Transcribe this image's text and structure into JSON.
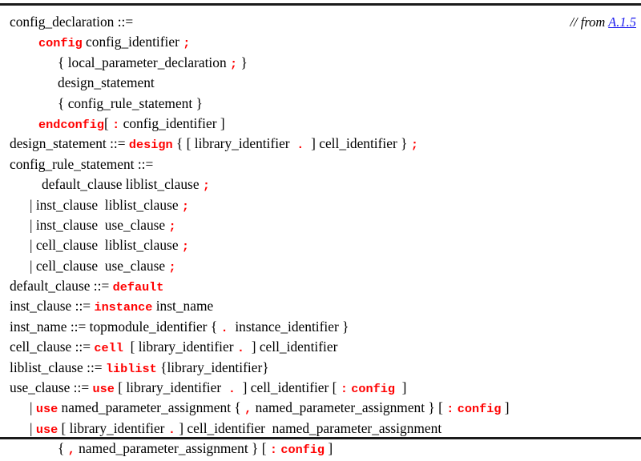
{
  "document": {
    "kind": "bnf-grammar-excerpt",
    "top_rule_color": "#1a1a1a",
    "keyword_color": "#ff0000",
    "text_color": "#000000",
    "link_color": "#1a1aee"
  },
  "annotation": {
    "prefix": "// from ",
    "xref_label": "A.1.5"
  },
  "lines": [
    {
      "id": "config_declaration_head",
      "indent": "ind0",
      "text": "config_declaration ::="
    },
    {
      "id": "config_declaration_1",
      "indent": "ind1",
      "parts": [
        {
          "t": "kw",
          "v": "config"
        },
        {
          "t": "plain",
          "v": " config_identifier "
        },
        {
          "t": "punct",
          "v": ";"
        }
      ]
    },
    {
      "id": "config_declaration_2",
      "indent": "ind2",
      "parts": [
        {
          "t": "plain",
          "v": "{ local_parameter_declaration "
        },
        {
          "t": "punct",
          "v": ";"
        },
        {
          "t": "plain",
          "v": " }"
        }
      ]
    },
    {
      "id": "config_declaration_3",
      "indent": "ind2",
      "parts": [
        {
          "t": "plain",
          "v": "design_statement"
        }
      ]
    },
    {
      "id": "config_declaration_4",
      "indent": "ind2",
      "parts": [
        {
          "t": "plain",
          "v": "{ config_rule_statement }"
        }
      ]
    },
    {
      "id": "config_declaration_5",
      "indent": "ind1",
      "parts": [
        {
          "t": "kw",
          "v": "endconfig"
        },
        {
          "t": "plain",
          "v": "[ "
        },
        {
          "t": "punct",
          "v": ":"
        },
        {
          "t": "plain",
          "v": " config_identifier ]"
        }
      ]
    },
    {
      "id": "design_statement",
      "indent": "ind0",
      "parts": [
        {
          "t": "plain",
          "v": "design_statement ::= "
        },
        {
          "t": "kw",
          "v": "design"
        },
        {
          "t": "plain",
          "v": " { [ library_identifier  "
        },
        {
          "t": "punct",
          "v": "."
        },
        {
          "t": "plain",
          "v": "  ] cell_identifier } "
        },
        {
          "t": "punct",
          "v": ";"
        }
      ]
    },
    {
      "id": "config_rule_statement_head",
      "indent": "ind0",
      "parts": [
        {
          "t": "plain",
          "v": "config_rule_statement ::="
        }
      ]
    },
    {
      "id": "config_rule_statement_1",
      "indent": "ind1b",
      "parts": [
        {
          "t": "plain",
          "v": "default_clause liblist_clause "
        },
        {
          "t": "punct",
          "v": ";"
        }
      ]
    },
    {
      "id": "config_rule_statement_2",
      "indent": "ind-bar",
      "parts": [
        {
          "t": "plain",
          "v": "| inst_clause  liblist_clause "
        },
        {
          "t": "punct",
          "v": ";"
        }
      ]
    },
    {
      "id": "config_rule_statement_3",
      "indent": "ind-bar",
      "parts": [
        {
          "t": "plain",
          "v": "| inst_clause  use_clause "
        },
        {
          "t": "punct",
          "v": ";"
        }
      ]
    },
    {
      "id": "config_rule_statement_4",
      "indent": "ind-bar",
      "parts": [
        {
          "t": "plain",
          "v": "| cell_clause  liblist_clause "
        },
        {
          "t": "punct",
          "v": ";"
        }
      ]
    },
    {
      "id": "config_rule_statement_5",
      "indent": "ind-bar",
      "parts": [
        {
          "t": "plain",
          "v": "| cell_clause  use_clause "
        },
        {
          "t": "punct",
          "v": ";"
        }
      ]
    },
    {
      "id": "default_clause",
      "indent": "ind0",
      "parts": [
        {
          "t": "plain",
          "v": "default_clause ::= "
        },
        {
          "t": "kw",
          "v": "default"
        }
      ]
    },
    {
      "id": "inst_clause",
      "indent": "ind0",
      "parts": [
        {
          "t": "plain",
          "v": "inst_clause ::= "
        },
        {
          "t": "kw",
          "v": "instance"
        },
        {
          "t": "plain",
          "v": " inst_name"
        }
      ]
    },
    {
      "id": "inst_name",
      "indent": "ind0",
      "parts": [
        {
          "t": "plain",
          "v": "inst_name ::= topmodule_identifier { "
        },
        {
          "t": "punct",
          "v": "."
        },
        {
          "t": "plain",
          "v": "  instance_identifier }"
        }
      ]
    },
    {
      "id": "cell_clause",
      "indent": "ind0",
      "parts": [
        {
          "t": "plain",
          "v": "cell_clause ::= "
        },
        {
          "t": "kw",
          "v": "cell"
        },
        {
          "t": "plain",
          "v": "  [ library_identifier "
        },
        {
          "t": "punct",
          "v": "."
        },
        {
          "t": "plain",
          "v": "  ] cell_identifier"
        }
      ]
    },
    {
      "id": "liblist_clause",
      "indent": "ind0",
      "parts": [
        {
          "t": "plain",
          "v": "liblist_clause ::= "
        },
        {
          "t": "kw",
          "v": "liblist"
        },
        {
          "t": "plain",
          "v": " {library_identifier}"
        }
      ]
    },
    {
      "id": "use_clause_1",
      "indent": "ind0",
      "parts": [
        {
          "t": "plain",
          "v": "use_clause ::= "
        },
        {
          "t": "kw",
          "v": "use"
        },
        {
          "t": "plain",
          "v": " [ library_identifier  "
        },
        {
          "t": "punct",
          "v": "."
        },
        {
          "t": "plain",
          "v": "  ] cell_identifier [ "
        },
        {
          "t": "punct",
          "v": ":"
        },
        {
          "t": "plain",
          "v": " "
        },
        {
          "t": "kw",
          "v": "config"
        },
        {
          "t": "plain",
          "v": "  ]"
        }
      ]
    },
    {
      "id": "use_clause_2",
      "indent": "ind-bar",
      "parts": [
        {
          "t": "plain",
          "v": "| "
        },
        {
          "t": "kw",
          "v": "use"
        },
        {
          "t": "plain",
          "v": " named_parameter_assignment { "
        },
        {
          "t": "punct",
          "v": ","
        },
        {
          "t": "plain",
          "v": " named_parameter_assignment } [ "
        },
        {
          "t": "punct",
          "v": ":"
        },
        {
          "t": "plain",
          "v": " "
        },
        {
          "t": "kw",
          "v": "config"
        },
        {
          "t": "plain",
          "v": " ]"
        }
      ]
    },
    {
      "id": "use_clause_3",
      "indent": "ind-bar",
      "parts": [
        {
          "t": "plain",
          "v": "| "
        },
        {
          "t": "kw",
          "v": "use"
        },
        {
          "t": "plain",
          "v": " [ library_identifier "
        },
        {
          "t": "punct",
          "v": "."
        },
        {
          "t": "plain",
          "v": " ] cell_identifier  named_parameter_assignment"
        }
      ]
    },
    {
      "id": "use_clause_4",
      "indent": "ind2",
      "parts": [
        {
          "t": "plain",
          "v": "{ "
        },
        {
          "t": "punct",
          "v": ","
        },
        {
          "t": "plain",
          "v": " named_parameter_assignment } [ "
        },
        {
          "t": "punct",
          "v": ":"
        },
        {
          "t": "plain",
          "v": " "
        },
        {
          "t": "kw",
          "v": "config"
        },
        {
          "t": "plain",
          "v": " ]"
        }
      ]
    }
  ]
}
